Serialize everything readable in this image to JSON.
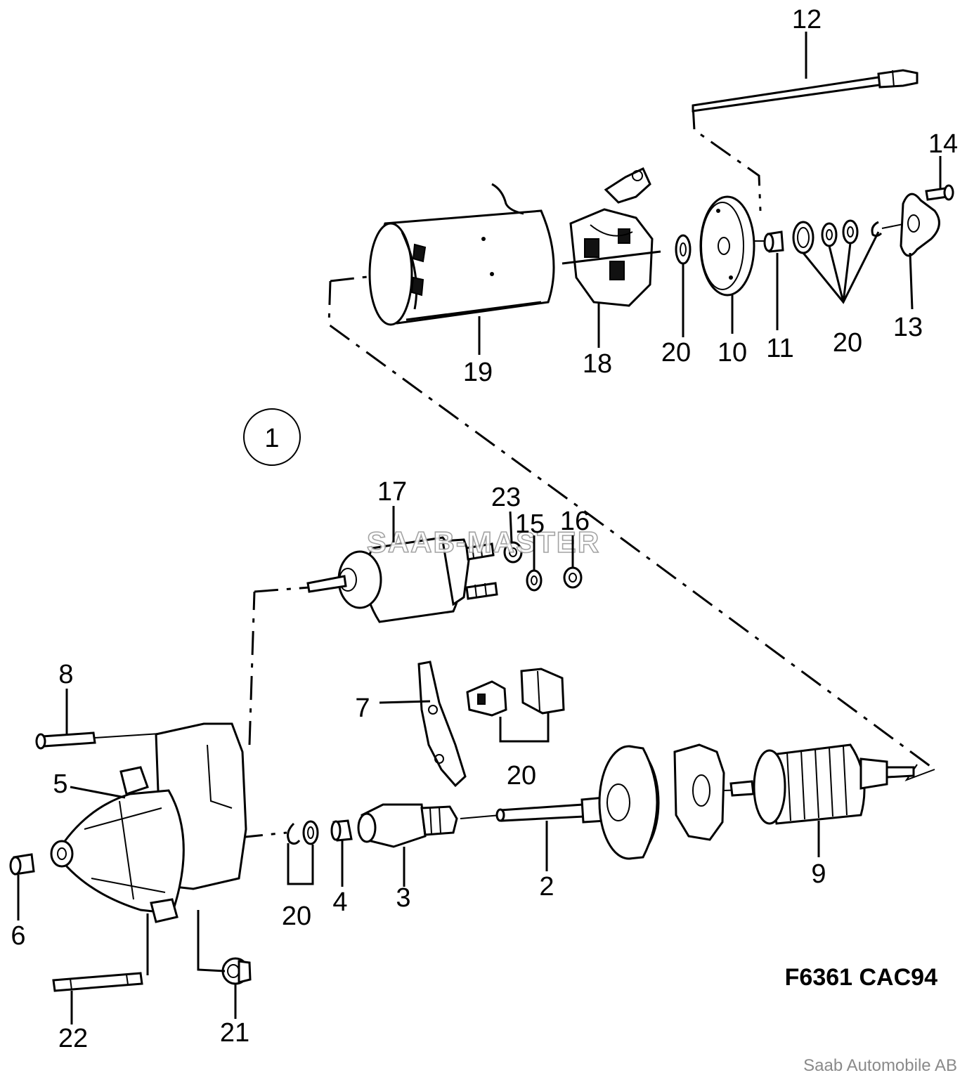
{
  "figure": {
    "reference": "F6361 CAC94",
    "watermark": "SAAB-MASTER",
    "copyright": "Saab Automobile AB",
    "group_marker": "1"
  },
  "callouts": {
    "c2": "2",
    "c3": "3",
    "c4": "4",
    "c5": "5",
    "c6": "6",
    "c7": "7",
    "c8": "8",
    "c9": "9",
    "c10": "10",
    "c11": "11",
    "c12": "12",
    "c13": "13",
    "c14": "14",
    "c15": "15",
    "c16": "16",
    "c17": "17",
    "c18": "18",
    "c19": "19",
    "c20a": "20",
    "c20b": "20",
    "c20c": "20",
    "c20d": "20",
    "c21": "21",
    "c22": "22",
    "c23": "23"
  },
  "colors": {
    "line": "#000000",
    "watermark_stroke": "#9a9a9a",
    "copyright": "#8a8a8a"
  }
}
